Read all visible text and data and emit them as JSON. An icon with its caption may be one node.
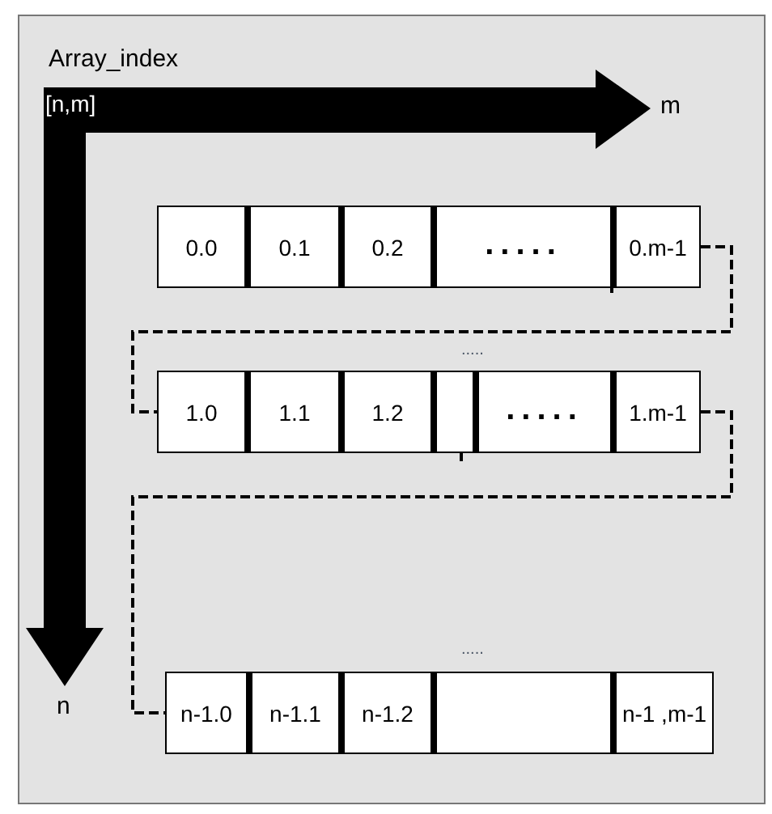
{
  "diagram": {
    "nodes": [
      {
        "text": [
          "0.0"
        ]
      },
      {
        "text": [
          "0.1"
        ]
      },
      {
        "text": [
          "0.2"
        ]
      },
      {
        "text": [
          "....."
        ]
      },
      {
        "text": [
          "0.m-1"
        ]
      },
      {
        "text": [
          "1.0"
        ]
      },
      {
        "text": [
          "1.1"
        ]
      },
      {
        "text": [
          "1.2"
        ]
      },
      {
        "text": [],
        "shape": "box"
      },
      {
        "text": [
          "....."
        ]
      },
      {
        "text": [
          "1.m-1"
        ]
      },
      {
        "text": [
          "n-1.0"
        ]
      },
      {
        "text": [
          "n-1.1"
        ]
      },
      {
        "text": [
          "n-1.2"
        ]
      },
      {
        "text": [],
        "shape": "box"
      },
      {
        "text": [
          "n-1 ,m-1"
        ]
      }
    ],
    "edges": [
      {
        "from": 4,
        "to": 5,
        "arrow": "none",
        "style": "dashed"
      },
      {
        "from": 10,
        "to": 11,
        "arrow": "none",
        "style": "dashed"
      }
    ],
    "labels": [
      "Array_index",
      "[n,m]",
      "m",
      ".....",
      ".....",
      "n"
    ]
  }
}
